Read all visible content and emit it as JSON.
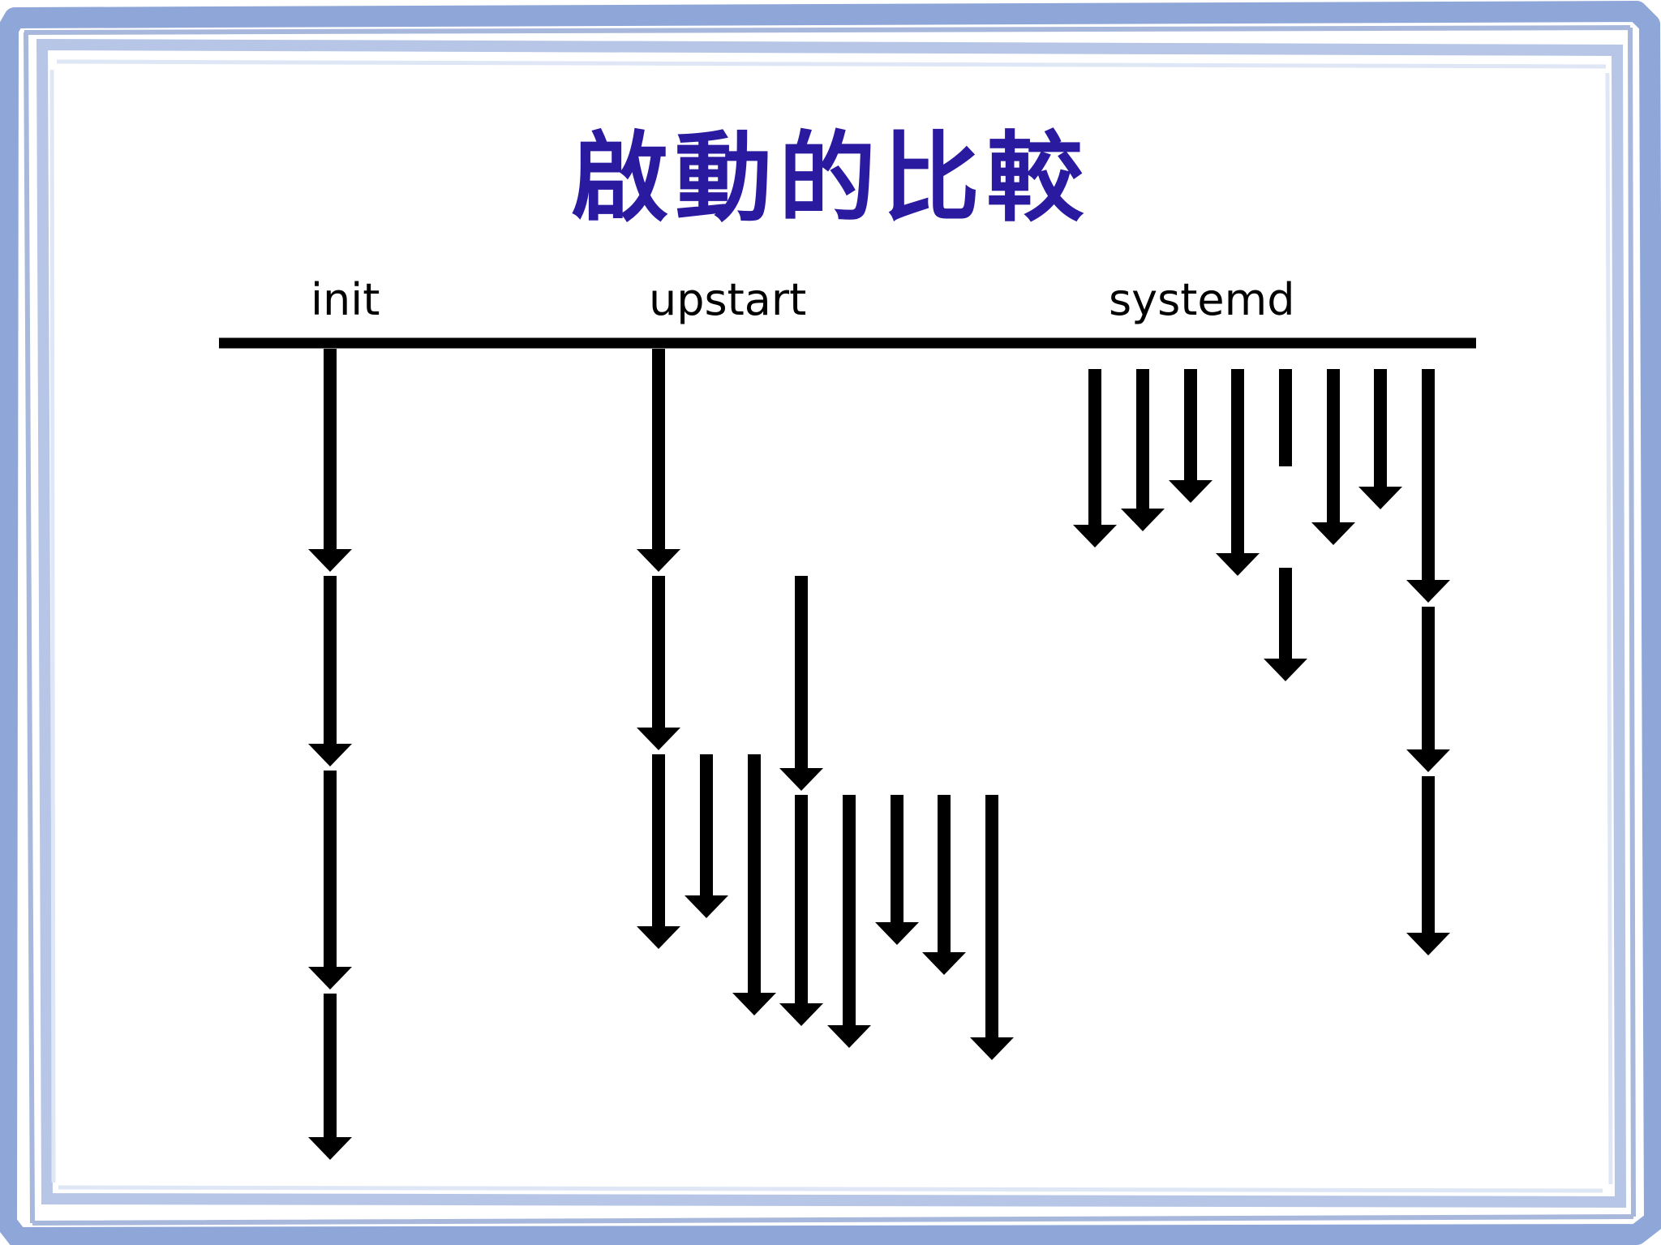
{
  "slide": {
    "title": "啟動的比較"
  },
  "diagram": {
    "columns": [
      {
        "key": "init",
        "label": "init"
      },
      {
        "key": "upstart",
        "label": "upstart"
      },
      {
        "key": "systemd",
        "label": "systemd"
      }
    ]
  },
  "colors": {
    "title": "#2a1aa0",
    "frame": "#7b96cf",
    "arrows": "#000000"
  }
}
